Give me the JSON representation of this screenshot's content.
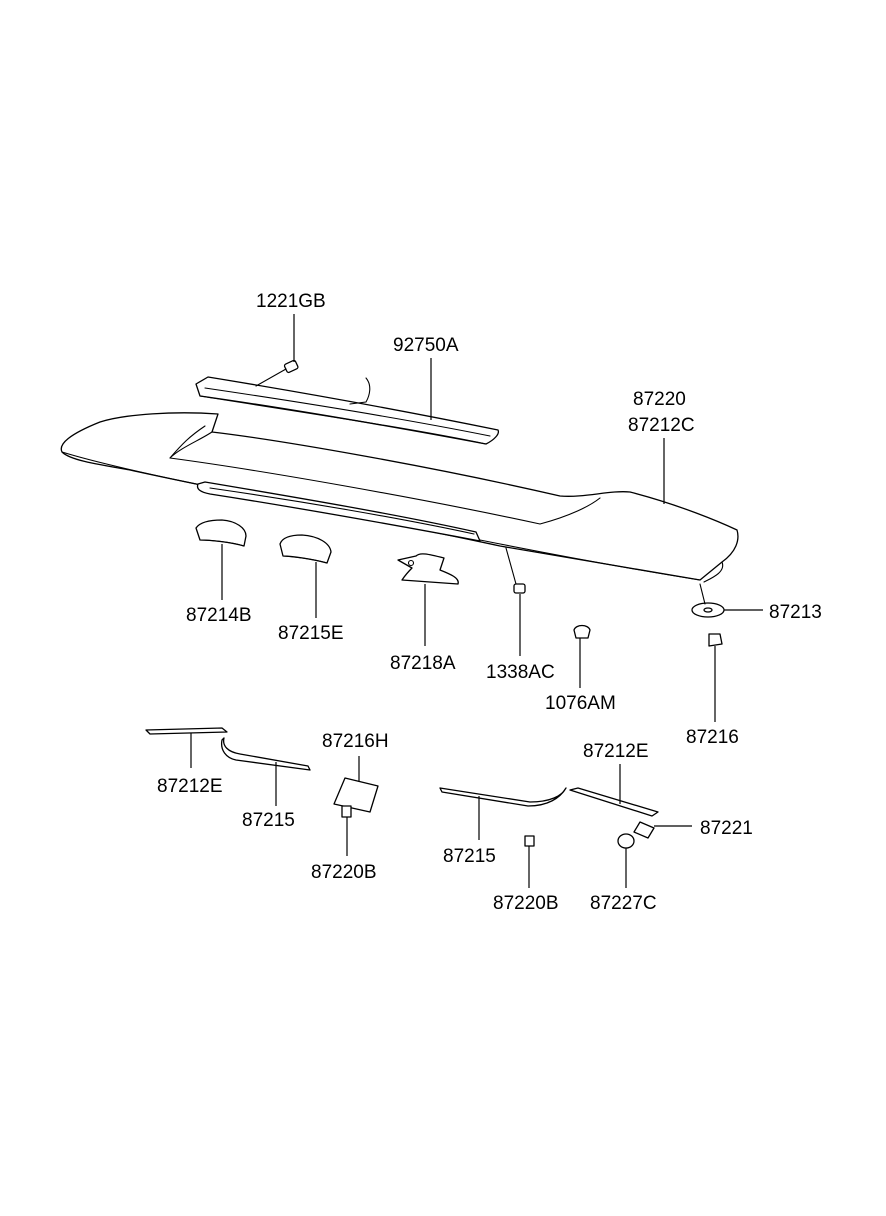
{
  "diagram": {
    "labels": {
      "p1221gb": "1221GB",
      "p92750a": "92750A",
      "p87220": "87220",
      "p87212c": "87212C",
      "p87214b": "87214B",
      "p87215e": "87215E",
      "p87218a": "87218A",
      "p1338ac": "1338AC",
      "p1076am": "1076AM",
      "p87213": "87213",
      "p87216": "87216",
      "p87216h": "87216H",
      "p87212e_left": "87212E",
      "p87215_left": "87215",
      "p87220b_left": "87220B",
      "p87212e_right": "87212E",
      "p87215_right": "87215",
      "p87221": "87221",
      "p87220b_right": "87220B",
      "p87227c": "87227C"
    }
  }
}
